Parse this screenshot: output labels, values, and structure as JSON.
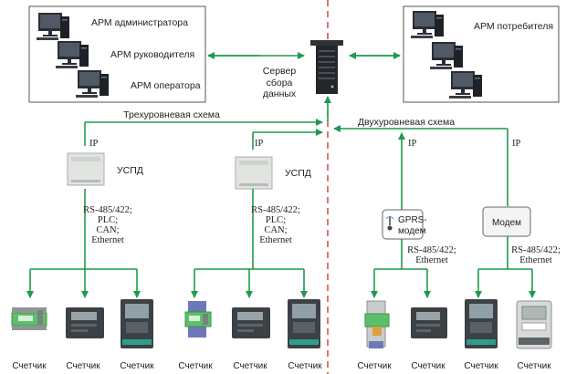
{
  "workstations_left": [
    {
      "label": "АРМ администратора"
    },
    {
      "label": "АРМ руководителя"
    },
    {
      "label": "АРМ оператора"
    }
  ],
  "workstation_right": {
    "label": "АРМ потребителя"
  },
  "server": {
    "line1": "Сервер",
    "line2": "сбора",
    "line3": "данных"
  },
  "schemes": {
    "three_level": "Трехуровневая схема",
    "two_level": "Двухуровневая схема"
  },
  "ip_label": "IP",
  "uspd_label": "УСПД",
  "iface_labels": {
    "l1": "RS-485/422;",
    "l2": "PLC;",
    "l3": "CAN;",
    "l4": "Ethernet"
  },
  "gprs": {
    "line1": "GPRS-",
    "line2": "модем"
  },
  "modem_label": "Модем",
  "right_iface": {
    "l1": "RS-485/422;",
    "l2": "Ethernet"
  },
  "meter_label": "Счетчик",
  "colors": {
    "connection": "#1f9a4d",
    "divider": "#d9323a",
    "device_body": "#e2e4e2",
    "meter_dark": "#3c4145",
    "meter_green": "#5cc06a",
    "meter_blue": "#6d78b8"
  },
  "icons": {
    "workstation": "desktop-computer-icon",
    "server": "server-rack-icon",
    "uspd": "uspd-controller-icon",
    "gprs": "gprs-modem-icon",
    "modem": "modem-icon"
  }
}
